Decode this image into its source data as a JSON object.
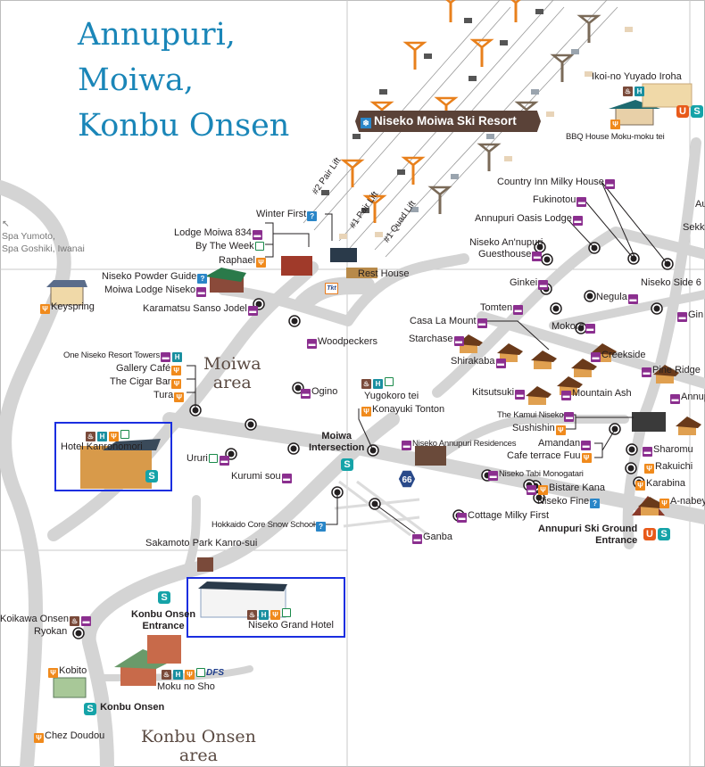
{
  "title_lines": [
    "Annupuri,",
    "Moiwa,",
    "Konbu Onsen"
  ],
  "colors": {
    "title_blue": "#1a86b8",
    "hotel_purple": "#8b2f8f",
    "restaurant_orange": "#f08a1c",
    "shop_green": "#1a8a4a",
    "hot_spring_teal": "#1a8fa0",
    "bus_stop_teal": "#15a3a8",
    "banner_brown": "#5a4238",
    "road_gray": "#d4d4d4",
    "highlight_box_blue": "#1a2ee0",
    "lift_orange": "#e8801c",
    "lift_brown": "#7a6a58"
  },
  "resort_banner": {
    "icon": "snowflake-icon",
    "label": "Niseko Moiwa Ski Resort"
  },
  "lifts": [
    "#2 Pair Lift",
    "#1 Pair Lift",
    "#1 Quad Lift"
  ],
  "areas": {
    "moiwa": [
      "Moiwa",
      "area"
    ],
    "konbu": [
      "Konbu Onsen",
      "area"
    ]
  },
  "direction": {
    "arrow": "↖",
    "lines": [
      "Spa Yumoto,",
      "Spa Goshiki, Iwanai"
    ]
  },
  "route_number": "66",
  "places": {
    "ikoi": "Ikoi-no Yuyado Iroha",
    "bbq": "BBQ House Moku-moku tei",
    "country_inn": "Country Inn Milky House",
    "fukinotou": "Fukinotou",
    "oasis": "Annupuri Oasis Lodge",
    "annupuri_gh_1": "Niseko An'nupuri",
    "annupuri_gh_2": "Guesthouse",
    "au": "Au",
    "sekk": "Sekk",
    "winter_first": "Winter First",
    "lodge834": "Lodge Moiwa 834",
    "bytheweek": "By The Week",
    "raphael": "Raphael",
    "powder_guide": "Niseko Powder Guide",
    "moiwa_lodge": "Moiwa Lodge Niseko",
    "keyspring": "Keyspring",
    "karamatsu": "Karamatsu Sanso Jodel",
    "rest_house": "Rest House",
    "tkt": "Tkt",
    "woodpeckers": "Woodpeckers",
    "ginkei": "Ginkei",
    "negula": "Negula",
    "side6": "Niseko Side 6",
    "gin": "Gin",
    "tomten": "Tomten",
    "casa": "Casa La Mount",
    "mokoro": "Mokoro",
    "starchase": "Starchase",
    "shirakaba": "Shirakaba",
    "creekside": "Creekside",
    "pineridge": "Pine Ridge",
    "kitsutsuki": "Kitsutsuki",
    "mountain_ash": "Mountain Ash",
    "annup": "Annup",
    "one_niseko": "One Niseko Resort Towers",
    "gallery": "Gallery Café",
    "cigar": "The Cigar Bar",
    "tura": "Tura",
    "ogino": "Ogino",
    "yugokoro": "Yugokoro tei",
    "konayuki": "Konayuki Tonton",
    "kamui": "The Kamui Niseko",
    "sushishin": "Sushishin",
    "kanronomori": "Hotel Kanronomori",
    "ururi": "Ururi",
    "kurumi": "Kurumi sou",
    "moiwa_int_1": "Moiwa",
    "moiwa_int_2": "Intersection",
    "residences": "Niseko Annupuri Residences",
    "amandan": "Amandan",
    "fuu": "Cafe terrace Fuu",
    "sharomu": "Sharomu",
    "rakuichi": "Rakuichi",
    "tabi": "Niseko Tabi Monogatari",
    "bistare": "Bistare Kana",
    "karabina": "Karabina",
    "fine": "Niseko Fine",
    "anabe": "A-nabey",
    "core_snow": "Hokkaido Core Snow School",
    "cottage": "Cottage Milky First",
    "ganba": "Ganba",
    "ski_ground_1": "Annupuri Ski Ground",
    "ski_ground_2": "Entrance",
    "sakamoto": "Sakamoto Park Kanro-sui",
    "koikawa_1": "Koikawa Onsen",
    "koikawa_2": "Ryokan",
    "konbu_ent_1": "Konbu Onsen",
    "konbu_ent_2": "Entrance",
    "grand_hotel": "Niseko Grand Hotel",
    "kobito": "Kobito",
    "moku_no_sho": "Moku no Sho",
    "konbu_onsen_stop": "Konbu Onsen",
    "chez": "Chez Doudou"
  },
  "icon_glyphs": {
    "hotel": "▬",
    "restaurant": "Ψ",
    "shop": "",
    "hot_spring": "H",
    "onsen": "♨",
    "school": "?",
    "bus": "S",
    "u": "U",
    "dfs": "DFS"
  }
}
